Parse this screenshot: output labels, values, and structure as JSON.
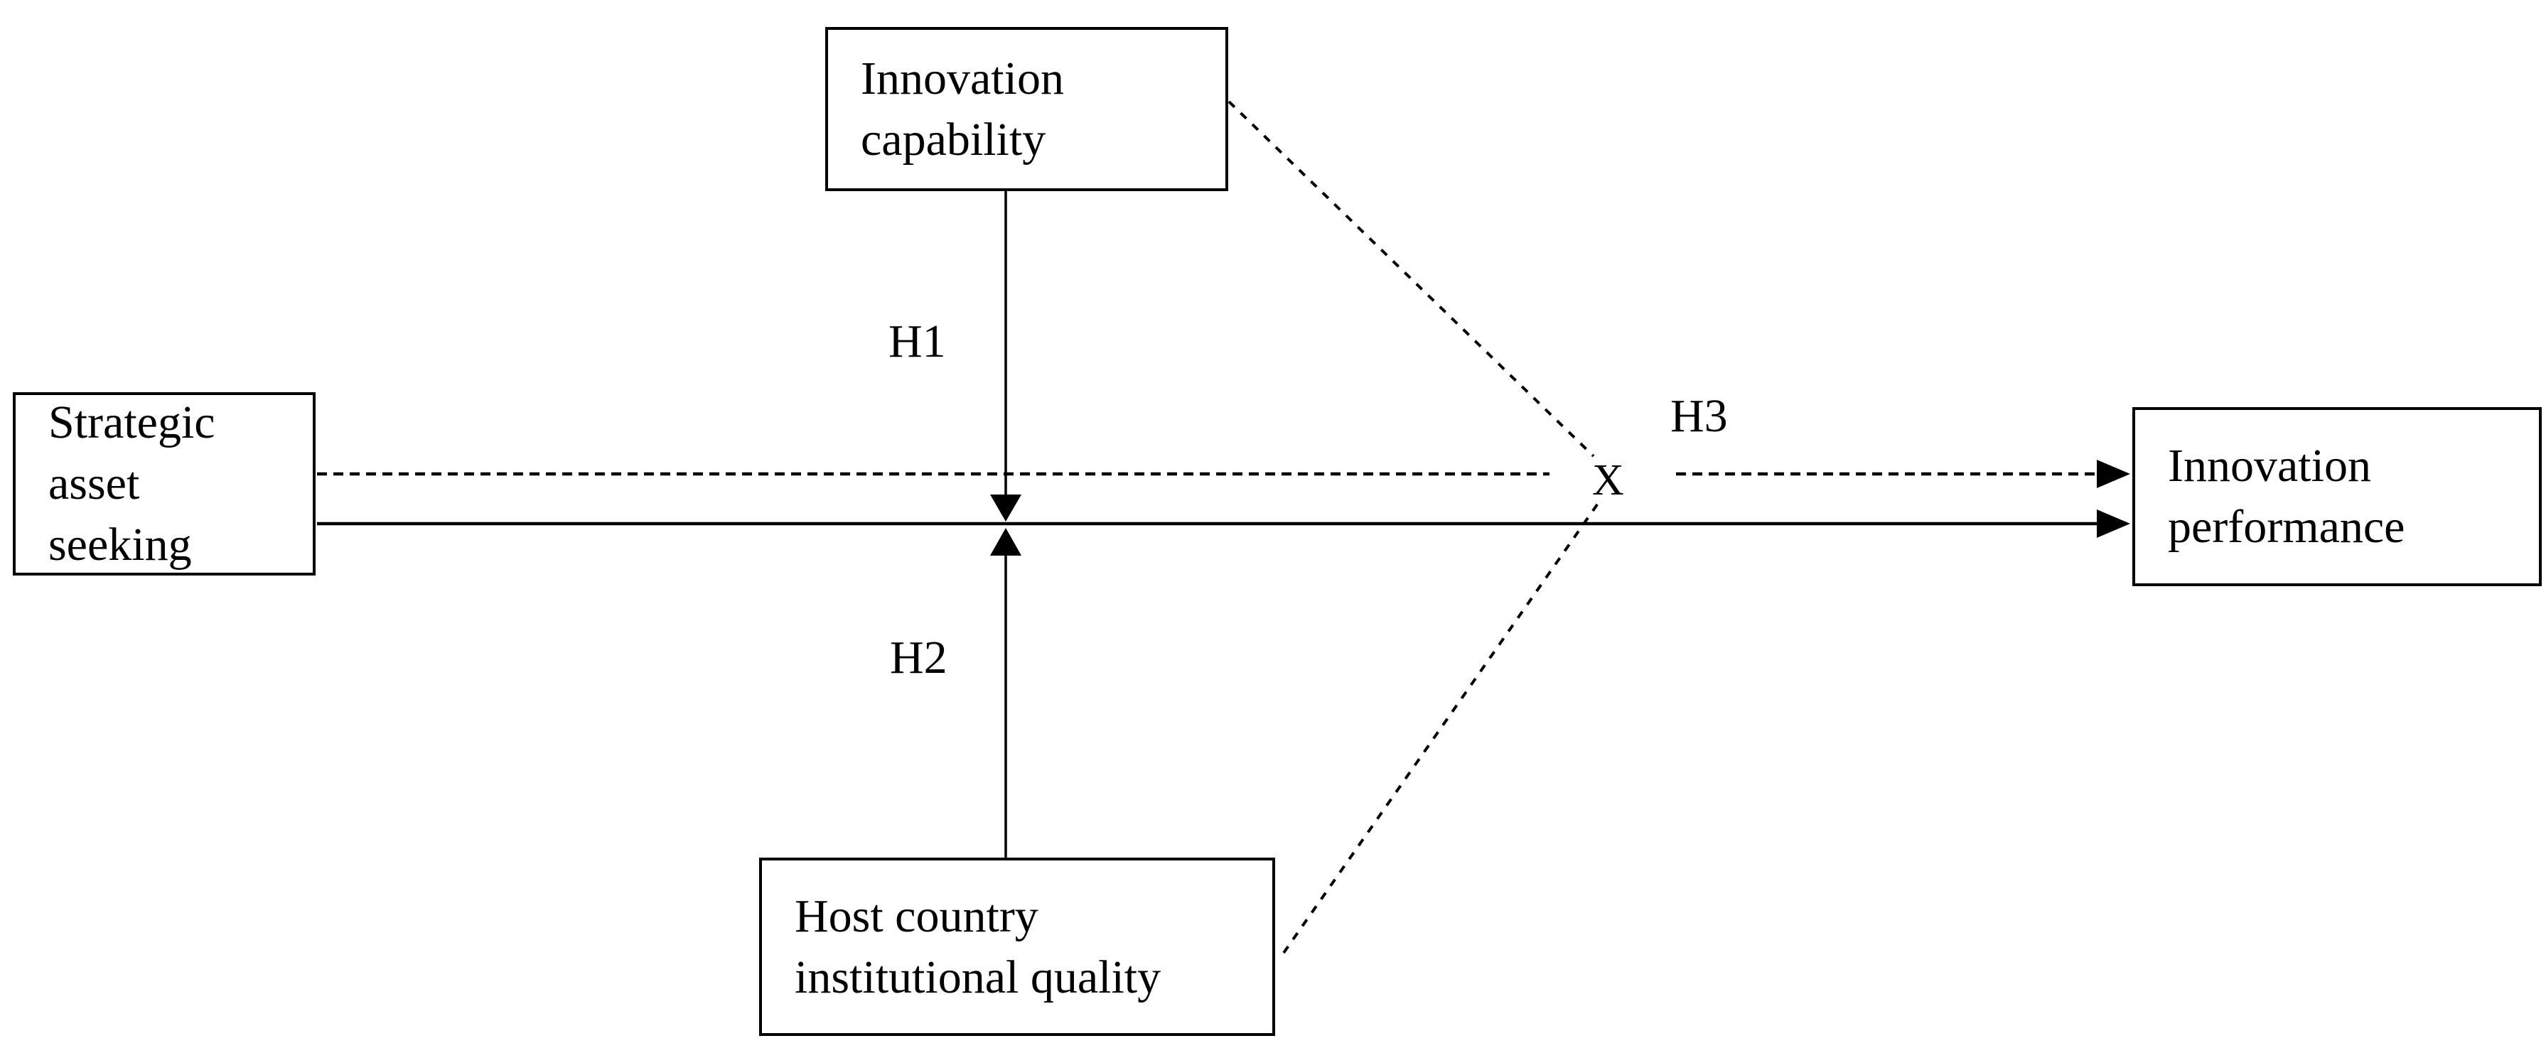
{
  "diagram": {
    "nodes": {
      "innovation_capability": {
        "label": "Innovation\ncapability"
      },
      "strategic_asset_seeking": {
        "label": "Strategic asset\nseeking"
      },
      "host_country_institutional_quality": {
        "label": "Host country\ninstitutional quality"
      },
      "innovation_performance": {
        "label": "Innovation\nperformance"
      }
    },
    "hypothesis_labels": {
      "h1": "H1",
      "h2": "H2",
      "h3": "H3"
    },
    "interaction_marker": "X",
    "edges": [
      {
        "from": "strategic_asset_seeking",
        "to": "innovation_performance",
        "style": "solid",
        "arrow": true
      },
      {
        "from": "strategic_asset_seeking",
        "to": "innovation_performance",
        "style": "dashed",
        "arrow": true,
        "label": "H3",
        "through_marker": "X"
      },
      {
        "from": "innovation_capability",
        "to": "solid-path-midpoint",
        "style": "solid",
        "arrow": true,
        "label": "H1"
      },
      {
        "from": "host_country_institutional_quality",
        "to": "solid-path-midpoint",
        "style": "solid",
        "arrow": true,
        "label": "H2"
      },
      {
        "from": "innovation_capability",
        "to": "X",
        "style": "dashed",
        "arrow": false
      },
      {
        "from": "host_country_institutional_quality",
        "to": "X",
        "style": "dashed",
        "arrow": false
      }
    ],
    "colors": {
      "line": "#000000",
      "text": "#000000",
      "background": "#ffffff"
    }
  }
}
